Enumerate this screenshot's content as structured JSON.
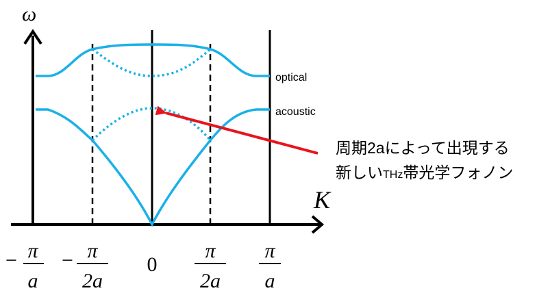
{
  "axes": {
    "y_label": "ω",
    "x_label": "K"
  },
  "ticks": [
    {
      "sign": "−",
      "numerator": "π",
      "denominator": "a"
    },
    {
      "sign": "−",
      "numerator": "π",
      "denominator": "2a"
    },
    {
      "sign": "",
      "numerator": "0",
      "denominator": ""
    },
    {
      "sign": "",
      "numerator": "π",
      "denominator": "2a"
    },
    {
      "sign": "",
      "numerator": "π",
      "denominator": "a"
    }
  ],
  "branch_labels": {
    "optical": "optical",
    "acoustic": "acoustic"
  },
  "annotation": {
    "line1": "周期2aによって出現する",
    "line2_prefix": "新しい",
    "line2_small": "THz",
    "line2_suffix": "帯光学フォノン"
  },
  "colors": {
    "axis": "#000000",
    "branch": "#1ab0e8",
    "arrow": "#e8141c"
  }
}
